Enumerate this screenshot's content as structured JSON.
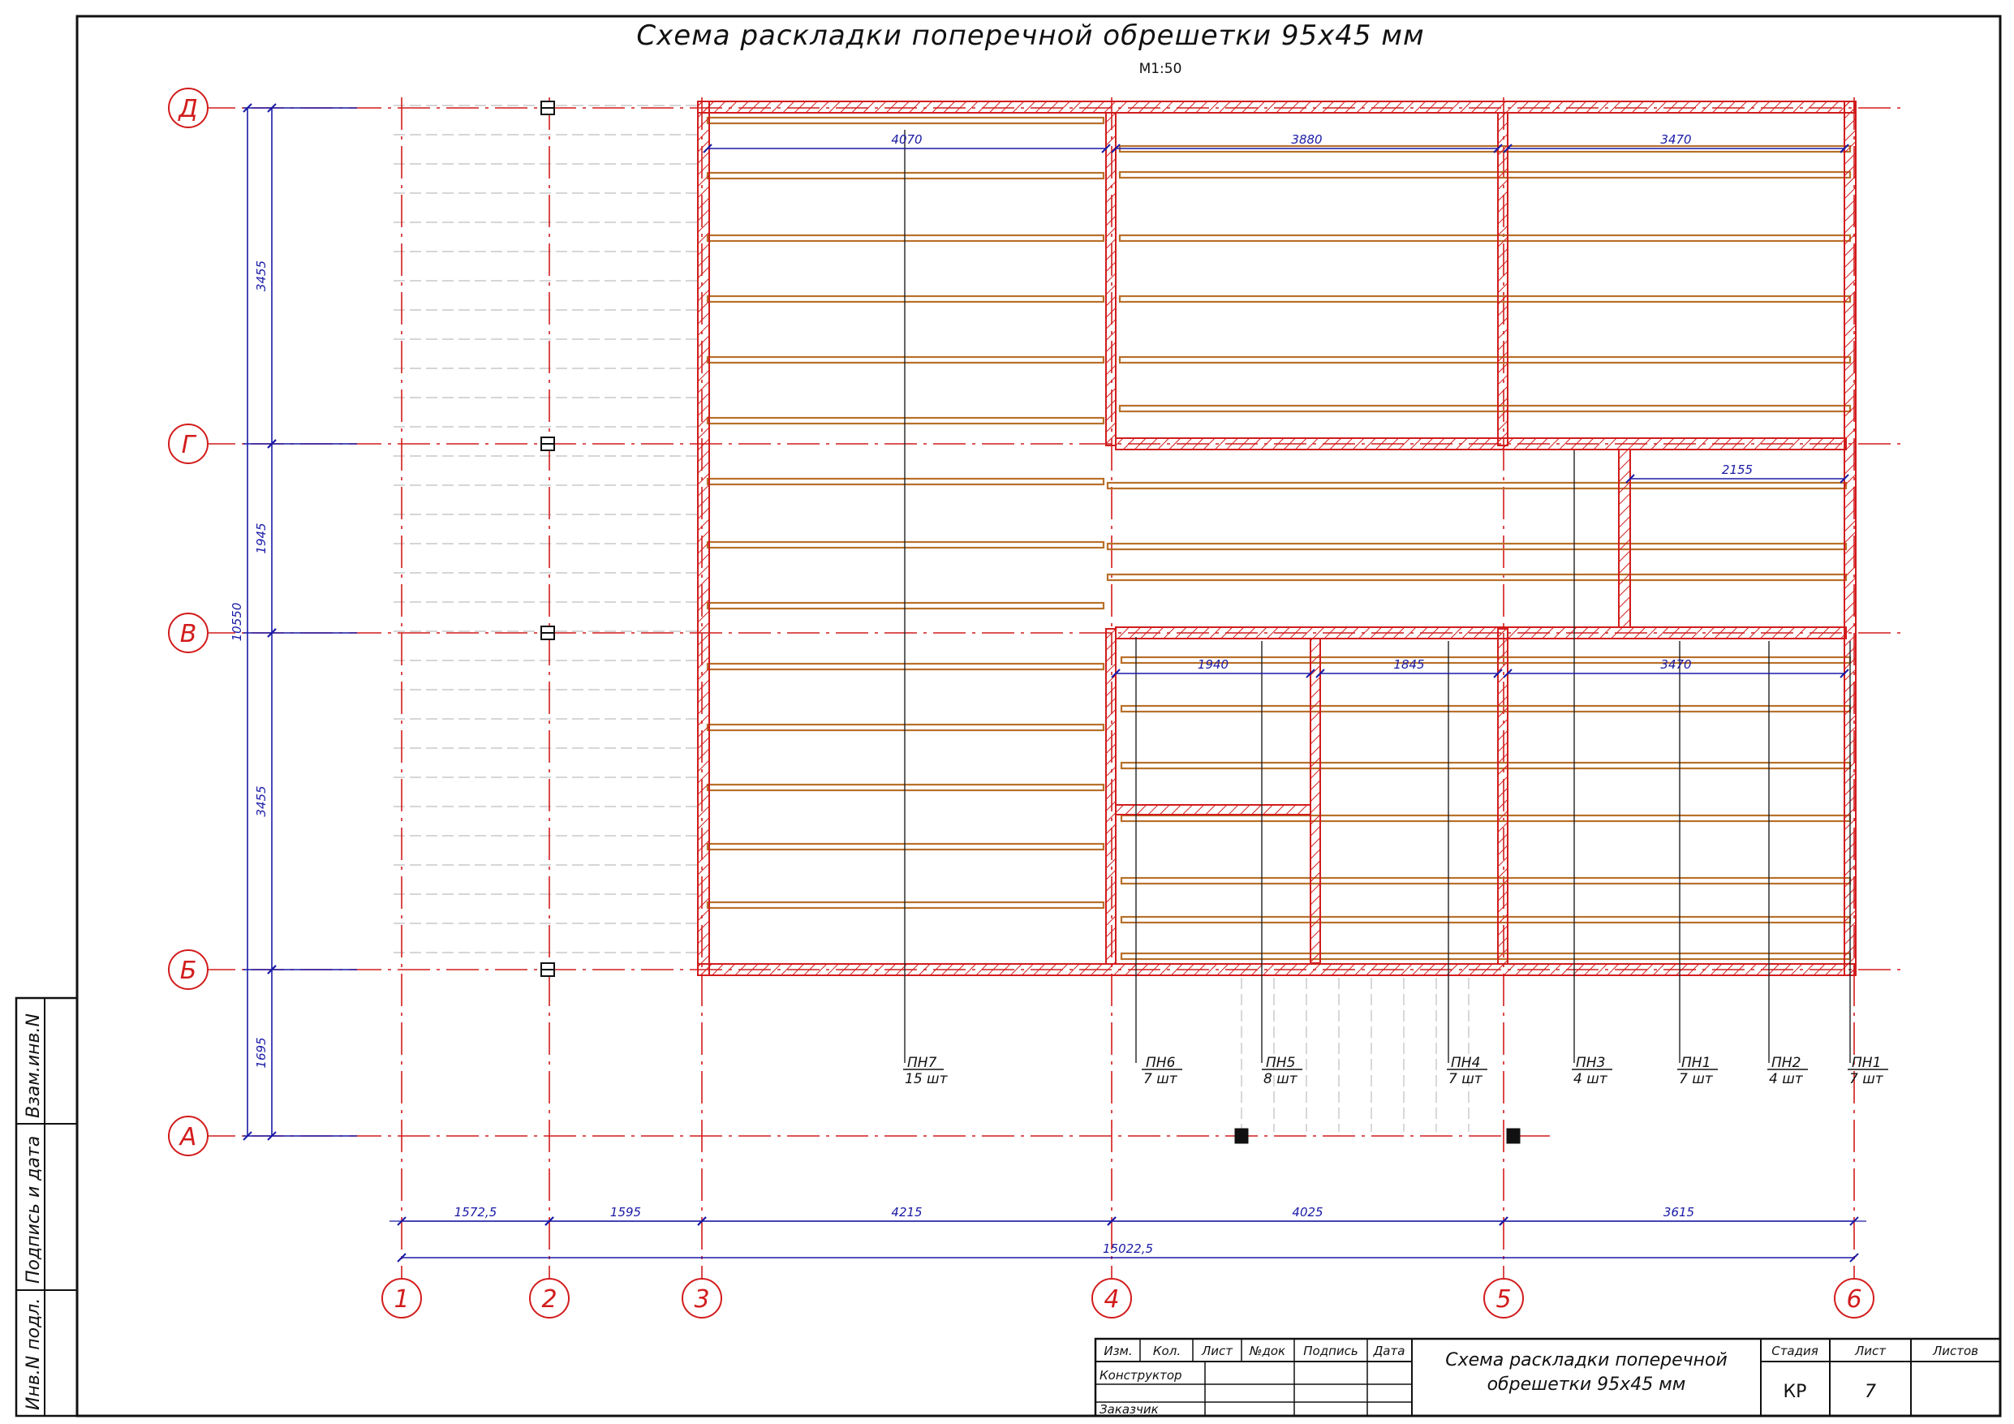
{
  "sheet": {
    "title": "Схема раскладки поперечной обрешетки 95х45 мм",
    "scale": "М1:50"
  },
  "axes": {
    "rows": [
      {
        "label": "Д"
      },
      {
        "label": "Г"
      },
      {
        "label": "В"
      },
      {
        "label": "Б"
      },
      {
        "label": "А"
      }
    ],
    "cols": [
      {
        "label": "1"
      },
      {
        "label": "2"
      },
      {
        "label": "3"
      },
      {
        "label": "4"
      },
      {
        "label": "5"
      },
      {
        "label": "6"
      }
    ]
  },
  "dimensions": {
    "left_inner": [
      "3455",
      "1945",
      "3455",
      "1695"
    ],
    "left_total": "10550",
    "bottom_chain": [
      "1572,5",
      "1595",
      "4215",
      "4025",
      "3615"
    ],
    "bottom_total": "15022,5",
    "top_rooms": [
      "4070",
      "3880",
      "3470"
    ],
    "mid_right": "2155",
    "lower_rooms": [
      "1940",
      "1845",
      "3470"
    ]
  },
  "marks": [
    {
      "name": "ПН7",
      "qty": "15 шт"
    },
    {
      "name": "ПН6",
      "qty": "7 шт"
    },
    {
      "name": "ПН5",
      "qty": "8 шт"
    },
    {
      "name": "ПН4",
      "qty": "7 шт"
    },
    {
      "name": "ПН3",
      "qty": "4 шт"
    },
    {
      "name": "ПН1",
      "qty": "7 шт"
    },
    {
      "name": "ПН2",
      "qty": "4 шт"
    },
    {
      "name": "ПН1",
      "qty": "7 шт"
    }
  ],
  "stamp": {
    "headers": [
      "Изм.",
      "Кол.",
      "Лист",
      "№док",
      "Подпись",
      "Дата"
    ],
    "rows": [
      "Конструктор",
      "Заказчик"
    ],
    "title": [
      "Схема раскладки поперечной",
      "обрешетки 95х45 мм"
    ],
    "stage_label": "Стадия",
    "sheet_label": "Лист",
    "sheets_label": "Листов",
    "stage": "КР",
    "sheet": "7",
    "sheets": ""
  },
  "side_stamp": [
    "Инв.N подл.",
    "Подпись и дата",
    "Взам.инв.N"
  ],
  "colors": {
    "axis": "#d21c1c",
    "wall": "#d21c1c",
    "batten": "#b8702a",
    "dimension": "#1a1aa6",
    "grid": "#bdbdbd"
  }
}
